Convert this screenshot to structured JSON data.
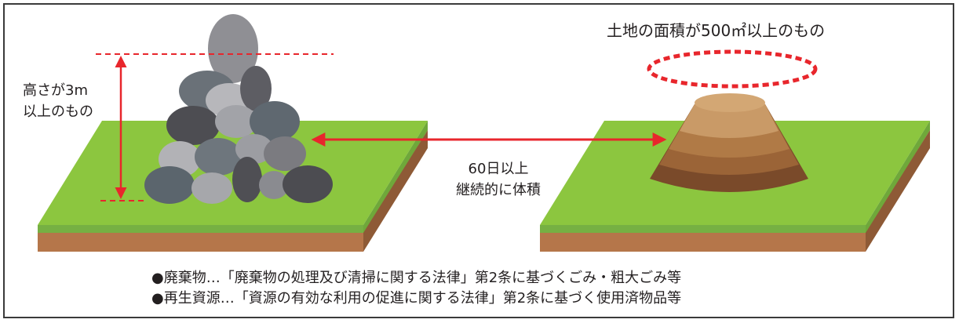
{
  "labels": {
    "height_line1": "高さが3m",
    "height_line2": "以上のもの",
    "area": "土地の面積が500㎡以上のもの",
    "duration_line1": "60日以上",
    "duration_line2": "継続的に体積"
  },
  "notes": [
    "●廃棄物…「廃棄物の処理及び清掃に関する法律」第2条に基づくごみ・粗大ごみ等",
    "●再生資源…「資源の有効な利用の促進に関する法律」第2条に基づく使用済物品等"
  ],
  "colors": {
    "grass": "#8cc63f",
    "grass_edge": "#6fa83a",
    "soil": "#b5764a",
    "soil_dark": "#8e5a36",
    "marker_red": "#e8262c",
    "frame": "#3a3a3a"
  }
}
